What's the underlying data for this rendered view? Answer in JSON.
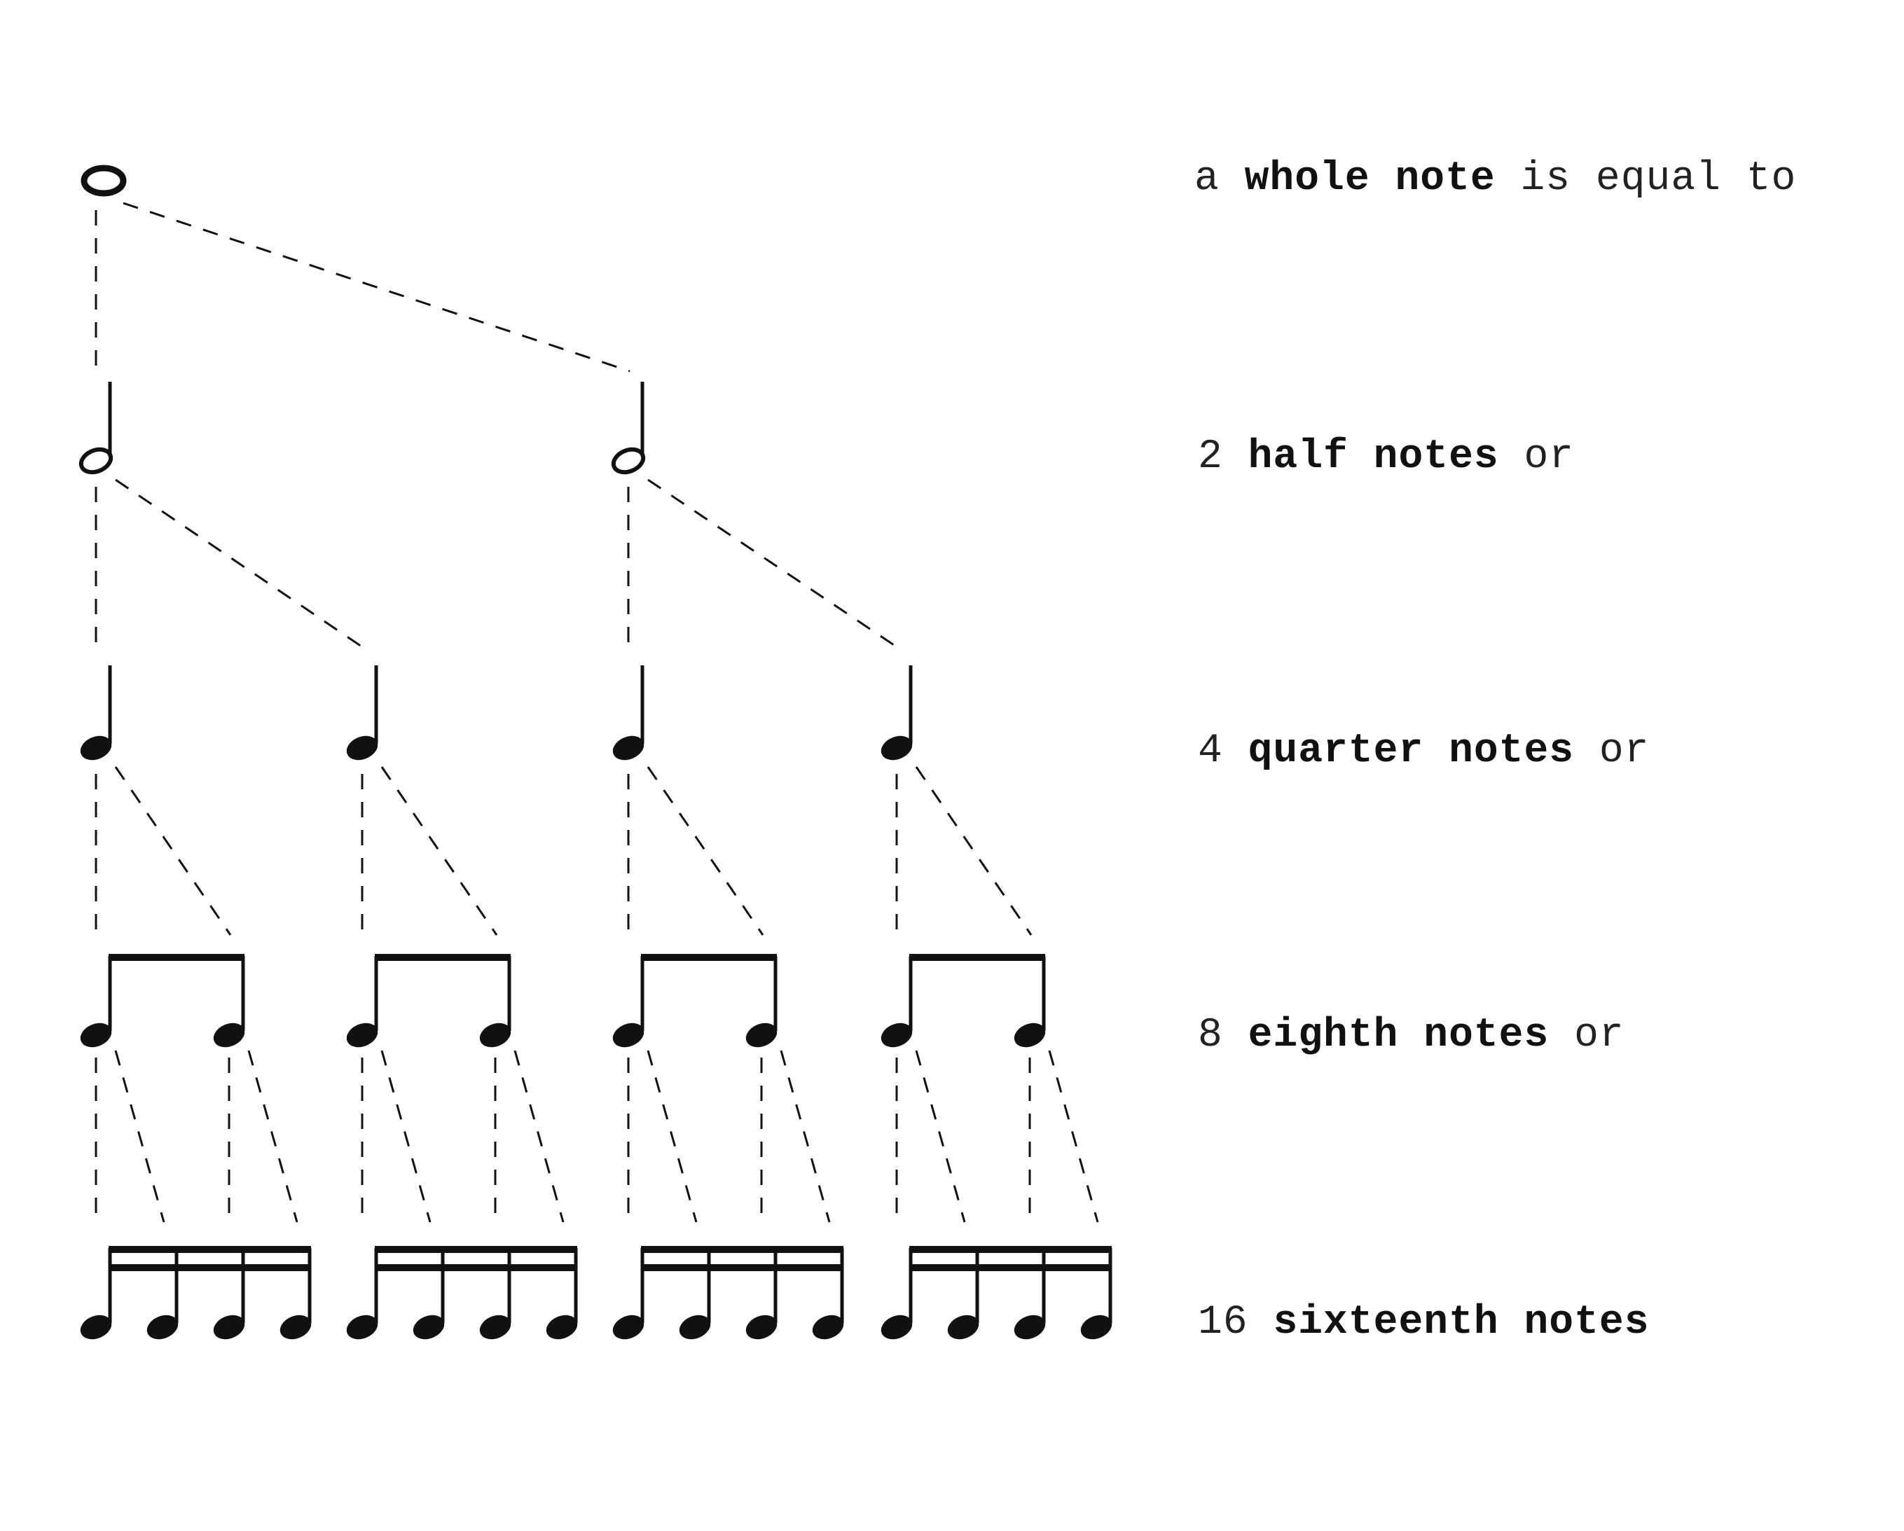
{
  "colors": {
    "ink": "#111111",
    "text": "#222222",
    "background": "#ffffff"
  },
  "rows": [
    {
      "id": "whole",
      "count": "a",
      "name": "whole note",
      "suffix": "is equal to",
      "note_count": 1,
      "glyph": "whole-note-icon"
    },
    {
      "id": "half",
      "count": "2",
      "name": "half notes",
      "suffix": "or",
      "note_count": 2,
      "glyph": "half-note-icon"
    },
    {
      "id": "quarter",
      "count": "4",
      "name": "quarter notes",
      "suffix": "or",
      "note_count": 4,
      "glyph": "quarter-note-icon"
    },
    {
      "id": "eighth",
      "count": "8",
      "name": "eighth notes",
      "suffix": "or",
      "note_count": 8,
      "glyph": "beamed-eighth-notes-icon"
    },
    {
      "id": "sixteenth",
      "count": "16",
      "name": "sixteenth notes",
      "suffix": "",
      "note_count": 16,
      "glyph": "beamed-sixteenth-notes-icon"
    }
  ]
}
